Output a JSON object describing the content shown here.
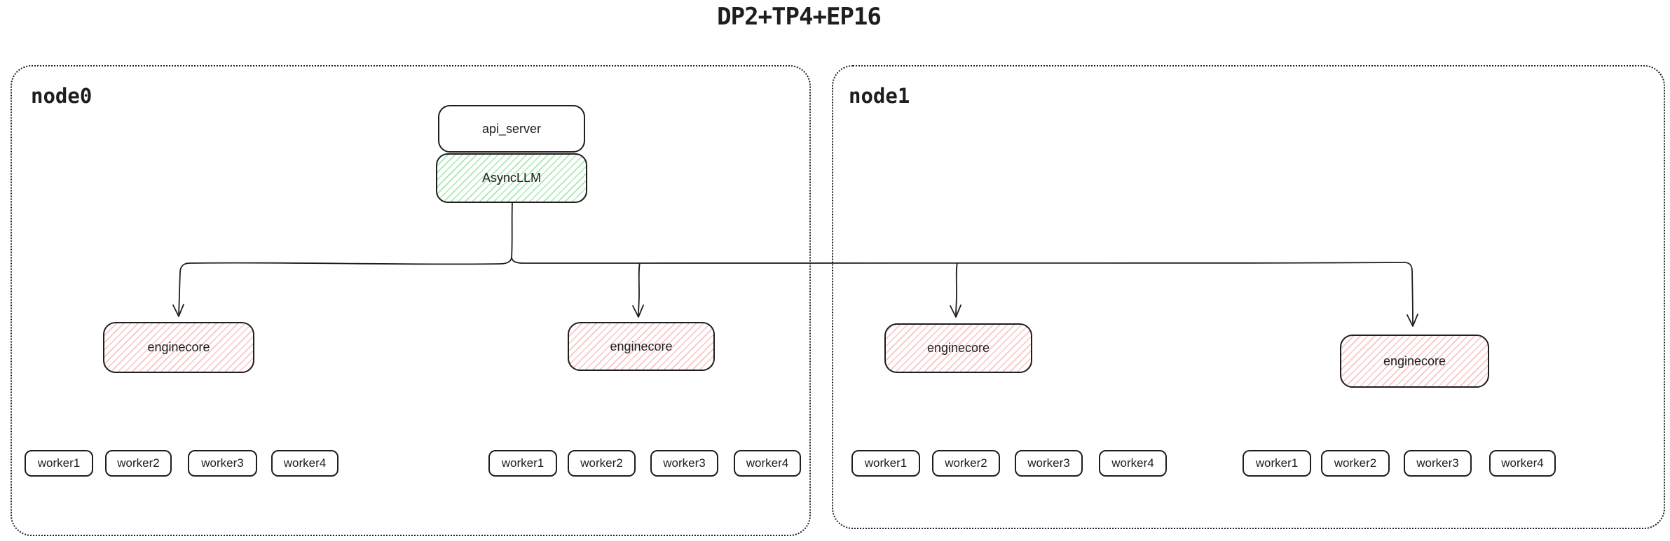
{
  "title": "DP2+TP4+EP16",
  "colors": {
    "stroke": "#1e1e1e",
    "green_hatch": "#a9e6b2",
    "red_hatch": "#f9c4c4"
  },
  "nodes": [
    {
      "label": "node0",
      "api_server": {
        "label": "api_server"
      },
      "async_llm": {
        "label": "AsyncLLM"
      },
      "engine_groups": [
        {
          "enginecore": "enginecore",
          "workers": [
            "worker1",
            "worker2",
            "worker3",
            "worker4"
          ]
        },
        {
          "enginecore": "enginecore",
          "workers": [
            "worker1",
            "worker2",
            "worker3",
            "worker4"
          ]
        }
      ]
    },
    {
      "label": "node1",
      "engine_groups": [
        {
          "enginecore": "enginecore",
          "workers": [
            "worker1",
            "worker2",
            "worker3",
            "worker4"
          ]
        },
        {
          "enginecore": "enginecore",
          "workers": [
            "worker1",
            "worker2",
            "worker3",
            "worker4"
          ]
        }
      ]
    }
  ]
}
